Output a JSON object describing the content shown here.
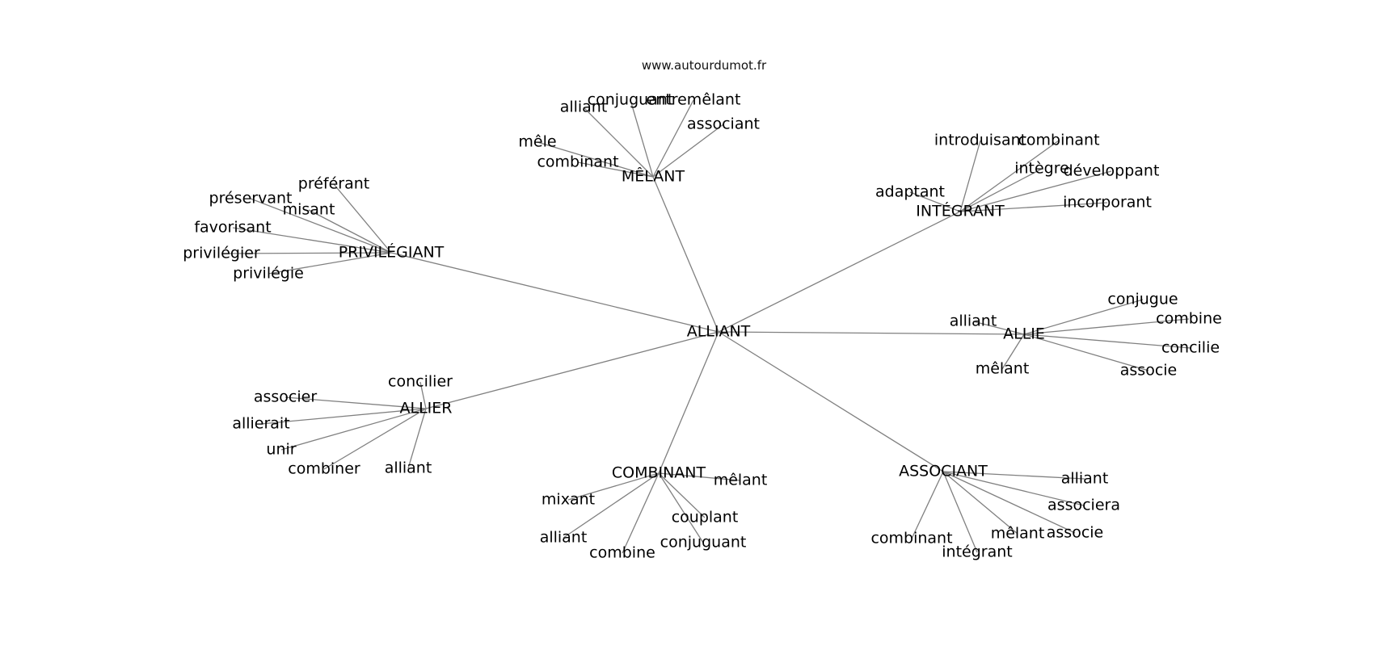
{
  "site_label": "www.autourdumot.fr",
  "colors": {
    "edge": "#808080",
    "text": "#000000",
    "background": "#ffffff"
  },
  "root": "ALLIANT",
  "hubs": [
    {
      "id": "melant",
      "label": "MÊLANT",
      "leaves": [
        "alliant",
        "conjuguant",
        "entremêlant",
        "associant",
        "mêle",
        "combinant"
      ]
    },
    {
      "id": "integrant",
      "label": "INTÉGRANT",
      "leaves": [
        "introduisant",
        "combinant",
        "intègre",
        "développant",
        "adaptant",
        "incorporant"
      ]
    },
    {
      "id": "privilegiant",
      "label": "PRIVILÉGIANT",
      "leaves": [
        "préférant",
        "préservant",
        "misant",
        "favorisant",
        "privilégier",
        "privilégie"
      ]
    },
    {
      "id": "allie",
      "label": "ALLIE",
      "leaves": [
        "conjugue",
        "alliant",
        "combine",
        "concilie",
        "mêlant",
        "associe"
      ]
    },
    {
      "id": "allier",
      "label": "ALLIER",
      "leaves": [
        "concilier",
        "associer",
        "allierait",
        "unir",
        "combiner",
        "alliant"
      ]
    },
    {
      "id": "combinant",
      "label": "COMBINANT",
      "leaves": [
        "mêlant",
        "mixant",
        "couplant",
        "alliant",
        "conjuguant",
        "combine"
      ]
    },
    {
      "id": "associant",
      "label": "ASSOCIANT",
      "leaves": [
        "alliant",
        "associera",
        "mêlant",
        "associe",
        "combinant",
        "intégrant"
      ]
    }
  ]
}
